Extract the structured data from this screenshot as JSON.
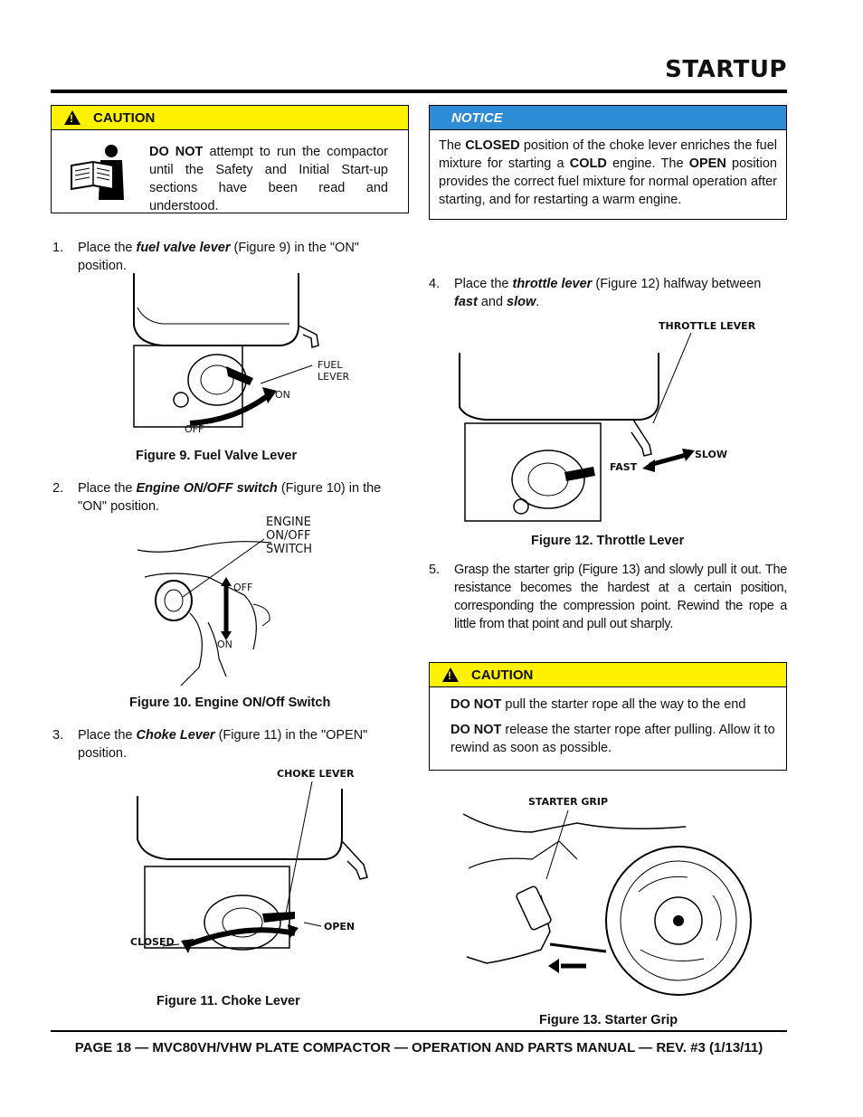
{
  "header": {
    "title": "STARTUP"
  },
  "caution1": {
    "label": "CAUTION",
    "donot": "DO NOT",
    "text": " attempt to run the compactor until the Safety and Initial Start-up sections have been read and understood."
  },
  "notice": {
    "label": "NOTICE",
    "t1": "The ",
    "b1": "CLOSED",
    "t2": " position of the choke lever enriches the fuel mixture for starting a ",
    "b2": "COLD",
    "t3": " engine. The ",
    "b3": "OPEN",
    "t4": " position provides the correct fuel mixture for normal operation after starting, and for restarting a warm engine."
  },
  "steps": [
    {
      "num": "1.",
      "pre": "Place the ",
      "em": "fuel valve lever",
      "post": " (Figure 9) in the \"ON\" position."
    },
    {
      "num": "2.",
      "pre": "Place the ",
      "em": "Engine ON/OFF switch",
      "post": " (Figure 10) in the \"ON\" position."
    },
    {
      "num": "3.",
      "pre": "Place the ",
      "em": "Choke Lever",
      "post": " (Figure 11) in the \"OPEN\" position."
    },
    {
      "num": "4.",
      "pre": "Place the ",
      "em": "throttle lever",
      "mid": " (Figure 12) halfway between ",
      "em2": "fast",
      "mid2": " and ",
      "em3": "slow",
      "post": "."
    },
    {
      "num": "5.",
      "text": "Grasp the starter grip (Figure 13) and slowly pull it out. The resistance becomes the hardest at a certain position, corresponding the compression point. Rewind the rope a little from that point and pull out sharply."
    }
  ],
  "figures": {
    "fig9": {
      "caption": "Figure 9. Fuel Valve Lever",
      "fuel": "FUEL",
      "lever": "LEVER",
      "on": "ON",
      "off": "OFF"
    },
    "fig10": {
      "caption": "Figure 10. Engine ON/Off Switch",
      "l1": "ENGINE",
      "l2": "ON/OFF",
      "l3": "SWITCH",
      "off": "OFF",
      "on": "ON"
    },
    "fig11": {
      "caption": "Figure 11. Choke Lever",
      "choke": "CHOKE LEVER",
      "closed": "CLOSED",
      "open": "OPEN"
    },
    "fig12": {
      "caption": "Figure 12. Throttle Lever",
      "throttle": "THROTTLE LEVER",
      "fast": "FAST",
      "slow": "SLOW"
    },
    "fig13": {
      "caption": "Figure 13. Starter Grip",
      "grip": "STARTER GRIP"
    }
  },
  "caution2": {
    "label": "CAUTION",
    "d1": "DO NOT",
    "t1": " pull the starter rope all the way to the end",
    "d2": "DO NOT",
    "t2": " release the starter rope after pulling. Allow it to rewind as soon as possible."
  },
  "footer": {
    "text": "PAGE 18 — MVC80VH/VHW PLATE COMPACTOR — OPERATION AND PARTS MANUAL — REV. #3 (1/13/11)"
  }
}
